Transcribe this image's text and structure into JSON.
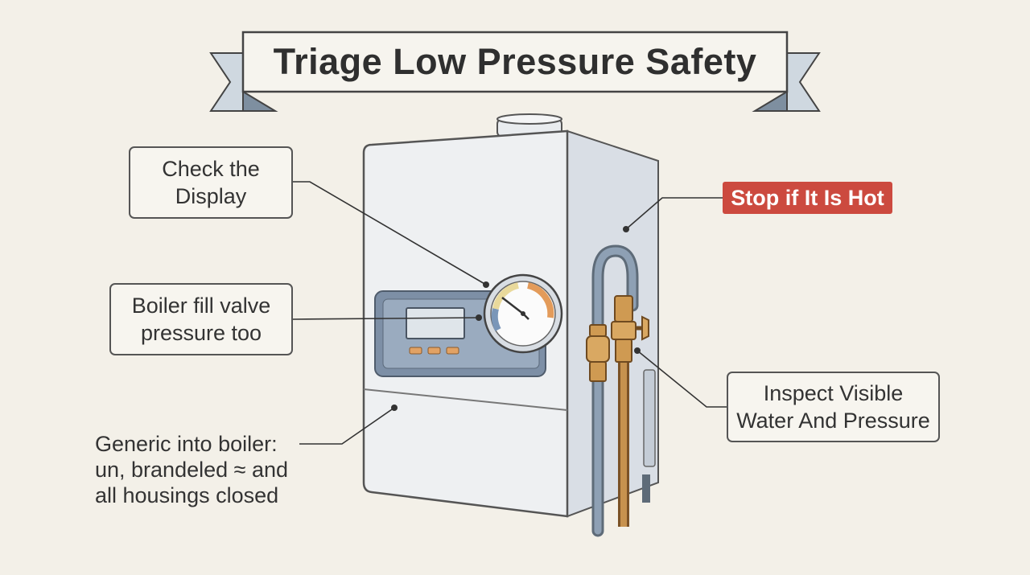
{
  "title": "Triage Low Pressure Safety",
  "callouts": {
    "check_display": {
      "line1": "Check the",
      "line2": "Display"
    },
    "fill_valve": {
      "line1": "Boiler fill valve",
      "line2": "pressure too"
    },
    "stop_hot": "Stop if It Is Hot",
    "inspect": {
      "line1": "Inspect Visible",
      "line2": "Water And Pressure"
    },
    "generic_note": {
      "line1": "Generic into boiler:",
      "line2": "un, brandeled ≈ and",
      "line3": "all housings closed"
    }
  },
  "colors": {
    "background": "#f3f0e8",
    "hot_badge": "#cc4a3f",
    "control_panel": "#7d8fa6",
    "copper_pipe": "#c7924e",
    "blue_pipe": "#8ea0b4"
  },
  "icons": [
    "pressure-gauge-icon",
    "fill-valve-icon"
  ]
}
